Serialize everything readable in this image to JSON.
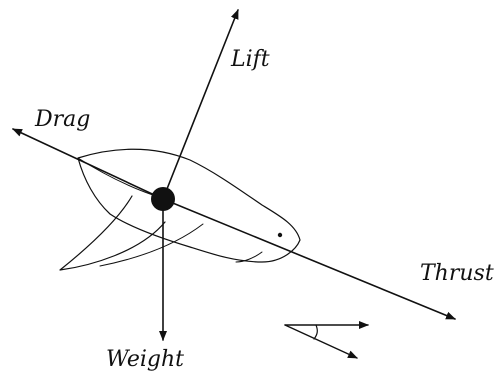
{
  "diagram": {
    "labels": {
      "lift": "Lift",
      "drag": "Drag",
      "thrust": "Thrust",
      "weight": "Weight"
    },
    "colors": {
      "ink": "#111111",
      "background": "#ffffff"
    }
  }
}
